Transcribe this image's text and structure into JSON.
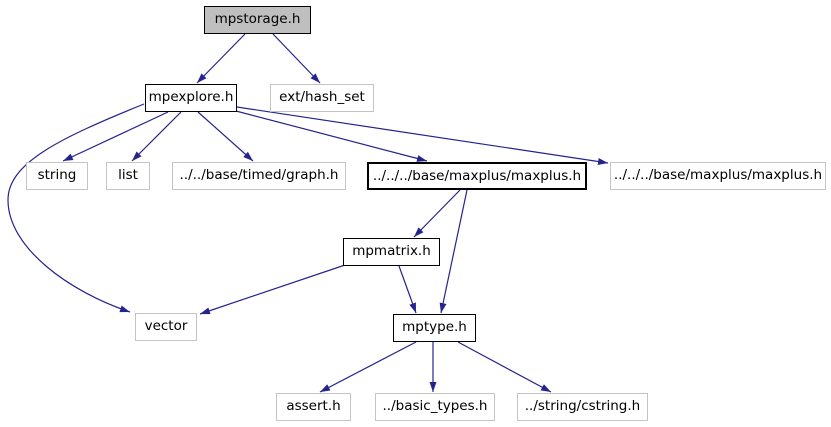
{
  "diagram": {
    "type": "include-dependency-graph",
    "root_file": "mpstorage.h",
    "colors": {
      "edge": "#24238f",
      "root_fill": "#bfbfbf",
      "documented_border": "#000000",
      "external_border": "#c4c4c4",
      "background": "#ffffff",
      "text": "#000000"
    },
    "nodes": [
      {
        "id": "mpstorage",
        "label": "mpstorage.h",
        "type": "root"
      },
      {
        "id": "mpexplore",
        "label": "mpexplore.h",
        "type": "documented"
      },
      {
        "id": "hash_set",
        "label": "ext/hash_set",
        "type": "external"
      },
      {
        "id": "string",
        "label": "string",
        "type": "external"
      },
      {
        "id": "list",
        "label": "list",
        "type": "external"
      },
      {
        "id": "timed_graph",
        "label": "../../base/timed/graph.h",
        "type": "external"
      },
      {
        "id": "maxplus_main",
        "label": "../../../base/maxplus/maxplus.h",
        "type": "documented-bold"
      },
      {
        "id": "maxplus_ext",
        "label": "../../../base/maxplus/maxplus.h",
        "type": "external"
      },
      {
        "id": "mpmatrix",
        "label": "mpmatrix.h",
        "type": "documented"
      },
      {
        "id": "vector",
        "label": "vector",
        "type": "external"
      },
      {
        "id": "mptype",
        "label": "mptype.h",
        "type": "documented"
      },
      {
        "id": "assert",
        "label": "assert.h",
        "type": "external"
      },
      {
        "id": "basic_types",
        "label": "../basic_types.h",
        "type": "external"
      },
      {
        "id": "cstring",
        "label": "../string/cstring.h",
        "type": "external"
      }
    ],
    "edges": [
      {
        "from": "mpstorage",
        "to": "mpexplore"
      },
      {
        "from": "mpstorage",
        "to": "hash_set"
      },
      {
        "from": "mpexplore",
        "to": "string"
      },
      {
        "from": "mpexplore",
        "to": "list"
      },
      {
        "from": "mpexplore",
        "to": "timed_graph"
      },
      {
        "from": "mpexplore",
        "to": "maxplus_main"
      },
      {
        "from": "mpexplore",
        "to": "maxplus_ext"
      },
      {
        "from": "mpexplore",
        "to": "vector"
      },
      {
        "from": "maxplus_main",
        "to": "mpmatrix"
      },
      {
        "from": "maxplus_main",
        "to": "mptype"
      },
      {
        "from": "mpmatrix",
        "to": "mptype"
      },
      {
        "from": "mpmatrix",
        "to": "vector"
      },
      {
        "from": "mptype",
        "to": "assert"
      },
      {
        "from": "mptype",
        "to": "basic_types"
      },
      {
        "from": "mptype",
        "to": "cstring"
      }
    ]
  }
}
